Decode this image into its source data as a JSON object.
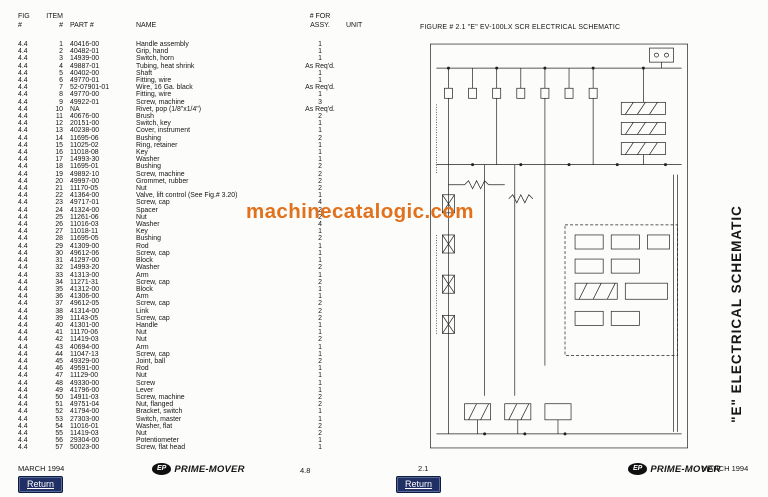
{
  "figure": {
    "title": "FIGURE # 2.1  \"E\" EV-100LX SCR ELECTRICAL SCHEMATIC",
    "side_label": "\"E\"  ELECTRICAL  SCHEMATIC"
  },
  "watermark": "machinecatalogic.com",
  "table": {
    "header1": {
      "fig": "FIG",
      "item": "ITEM",
      "part": "",
      "name": "",
      "assy": "# FOR",
      "unit": ""
    },
    "header2": {
      "fig": "#",
      "item": "#",
      "part": "PART #",
      "name": "NAME",
      "assy": "ASSY.",
      "unit": "UNIT"
    },
    "rows": [
      [
        "4.4",
        "1",
        "40416-00",
        "Handle assembly",
        "1"
      ],
      [
        "4.4",
        "2",
        "40482-01",
        "Grip, hand",
        "1"
      ],
      [
        "4.4",
        "3",
        "14939-00",
        "Switch, horn",
        "1"
      ],
      [
        "4.4",
        "4",
        "49887-01",
        "Tubing, heat shrink",
        "As Req'd."
      ],
      [
        "4.4",
        "5",
        "40402-00",
        "Shaft",
        "1"
      ],
      [
        "4.4",
        "6",
        "49770-01",
        "Fitting, wire",
        "1"
      ],
      [
        "4.4",
        "7",
        "52-07901-01",
        "Wire, 16 Ga. black",
        "As Req'd."
      ],
      [
        "4.4",
        "8",
        "49770-00",
        "Fitting, wire",
        "1"
      ],
      [
        "4.4",
        "9",
        "49922-01",
        "Screw, machine",
        "3"
      ],
      [
        "4.4",
        "10",
        "NA",
        "Rivet, pop (1/8\"x1/4\")",
        "As Req'd."
      ],
      [
        "4.4",
        "11",
        "40676-00",
        "Brush",
        "2"
      ],
      [
        "4.4",
        "12",
        "20151-00",
        "Switch, key",
        "1"
      ],
      [
        "4.4",
        "13",
        "40238-00",
        "Cover, instrument",
        "1"
      ],
      [
        "4.4",
        "14",
        "11695-06",
        "Bushing",
        "2"
      ],
      [
        "4.4",
        "15",
        "11025-02",
        "Ring, retainer",
        "1"
      ],
      [
        "4.4",
        "16",
        "11018-08",
        "Key",
        "1"
      ],
      [
        "4.4",
        "17",
        "14993-30",
        "Washer",
        "1"
      ],
      [
        "4.4",
        "18",
        "11695-01",
        "Bushing",
        "2"
      ],
      [
        "4.4",
        "19",
        "49892-10",
        "Screw, machine",
        "2"
      ],
      [
        "4.4",
        "20",
        "49997-00",
        "Grommet, rubber",
        "2"
      ],
      [
        "4.4",
        "21",
        "11170-05",
        "Nut",
        "2"
      ],
      [
        "4.4",
        "22",
        "41364-00",
        "Valve, lift control (See Fig.# 3.20)",
        "1"
      ],
      [
        "4.4",
        "23",
        "49717-01",
        "Screw, cap",
        "4"
      ],
      [
        "4.4",
        "24",
        "41324-00",
        "Spacer",
        "2"
      ],
      [
        "4.4",
        "25",
        "11261-06",
        "Nut",
        "2"
      ],
      [
        "4.4",
        "26",
        "11016-03",
        "Washer",
        "4"
      ],
      [
        "4.4",
        "27",
        "11018-11",
        "Key",
        "1"
      ],
      [
        "4.4",
        "28",
        "11695-05",
        "Bushing",
        "2"
      ],
      [
        "4.4",
        "29",
        "41309-00",
        "Rod",
        "1"
      ],
      [
        "4.4",
        "30",
        "49612-06",
        "Screw, cap",
        "1"
      ],
      [
        "4.4",
        "31",
        "41297-00",
        "Block",
        "1"
      ],
      [
        "4.4",
        "32",
        "14993-20",
        "Washer",
        "2"
      ],
      [
        "4.4",
        "33",
        "41313-00",
        "Arm",
        "1"
      ],
      [
        "4.4",
        "34",
        "11271-31",
        "Screw, cap",
        "2"
      ],
      [
        "4.4",
        "35",
        "41312-00",
        "Block",
        "1"
      ],
      [
        "4.4",
        "36",
        "41306-00",
        "Arm",
        "1"
      ],
      [
        "4.4",
        "37",
        "49612-05",
        "Screw, cap",
        "2"
      ],
      [
        "4.4",
        "38",
        "41314-00",
        "Link",
        "2"
      ],
      [
        "4.4",
        "39",
        "11143-05",
        "Screw, cap",
        "2"
      ],
      [
        "4.4",
        "40",
        "41301-00",
        "Handle",
        "1"
      ],
      [
        "4.4",
        "41",
        "11170-06",
        "Nut",
        "1"
      ],
      [
        "4.4",
        "42",
        "11419-03",
        "Nut",
        "2"
      ],
      [
        "4.4",
        "43",
        "40694-00",
        "Arm",
        "1"
      ],
      [
        "4.4",
        "44",
        "11047-13",
        "Screw, cap",
        "1"
      ],
      [
        "4.4",
        "45",
        "49329-00",
        "Joint, ball",
        "2"
      ],
      [
        "4.4",
        "46",
        "49591-00",
        "Rod",
        "1"
      ],
      [
        "4.4",
        "47",
        "11129-00",
        "Nut",
        "1"
      ],
      [
        "4.4",
        "48",
        "49330-00",
        "Screw",
        "1"
      ],
      [
        "4.4",
        "49",
        "41796-00",
        "Lever",
        "1"
      ],
      [
        "4.4",
        "50",
        "14911-03",
        "Screw, machine",
        "2"
      ],
      [
        "4.4",
        "51",
        "49751-04",
        "Nut, flanged",
        "2"
      ],
      [
        "4.4",
        "52",
        "41794-00",
        "Bracket, switch",
        "1"
      ],
      [
        "4.4",
        "53",
        "27303-00",
        "Switch, master",
        "1"
      ],
      [
        "4.4",
        "54",
        "11016-01",
        "Washer, flat",
        "2"
      ],
      [
        "4.4",
        "55",
        "11419-03",
        "Nut",
        "2"
      ],
      [
        "4.4",
        "56",
        "29304-00",
        "Potentiometer",
        "1"
      ],
      [
        "4.4",
        "57",
        "50023-00",
        "Screw, flat head",
        "1"
      ]
    ]
  },
  "footer": {
    "date_left": "MARCH 1994",
    "date_right": "MARCH 1994",
    "page_left": "4.8",
    "page_right": "2.1",
    "return_label": "Return",
    "brand": "PRIME-MOVER",
    "brand_oval": "EP"
  }
}
